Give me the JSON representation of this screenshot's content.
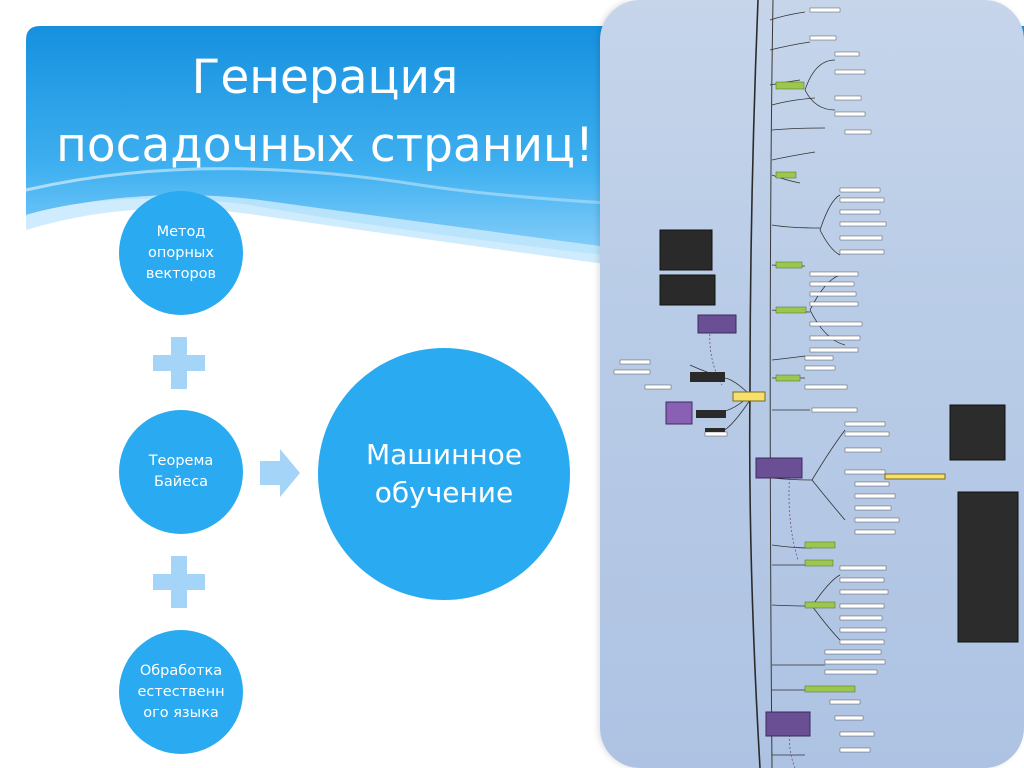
{
  "slide": {
    "title_line1": "Генерация",
    "title_line2": "посадочных страниц!",
    "circles": {
      "svm": [
        "Метод",
        "опорных",
        "векторов"
      ],
      "bayes": [
        "Теорема",
        "Байеса"
      ],
      "nlp": [
        "Обработка",
        "естественн",
        "ого языка"
      ],
      "ml": [
        "Машинное",
        "обучение"
      ]
    }
  },
  "colors": {
    "circle": "#2aaaf0",
    "plus": "#a4d4f7",
    "banner_top": "#1a95e0",
    "mindmap_bg": "#b9cce7"
  },
  "icons": {
    "plus": "plus-icon",
    "arrow": "arrow-right-icon"
  }
}
